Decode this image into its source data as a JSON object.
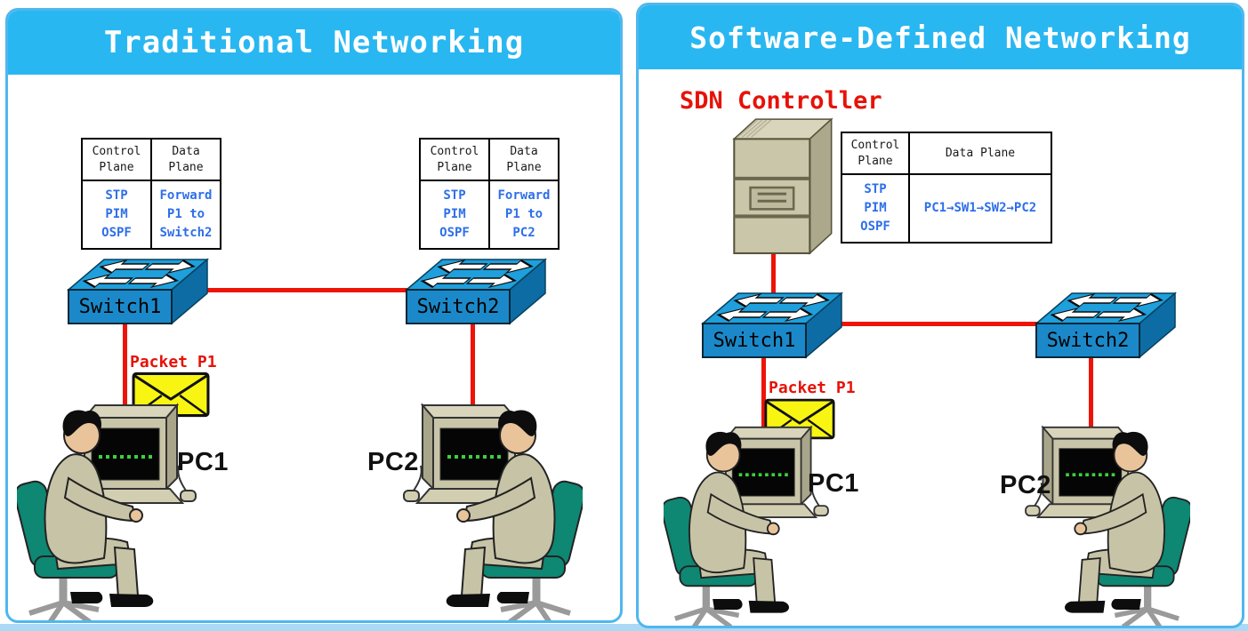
{
  "left_panel": {
    "title": "Traditional Networking",
    "switch1": {
      "label": "Switch1",
      "table": {
        "control_header": "Control\nPlane",
        "data_header": "Data\nPlane",
        "control_body": "STP\nPIM\nOSPF",
        "data_body": "Forward\nP1 to\nSwitch2"
      }
    },
    "switch2": {
      "label": "Switch2",
      "table": {
        "control_header": "Control\nPlane",
        "data_header": "Data\nPlane",
        "control_body": "STP\nPIM\nOSPF",
        "data_body": "Forward\nP1 to\nPC2"
      }
    },
    "packet_label": "Packet P1",
    "pc1_label": "PC1",
    "pc2_label": "PC2"
  },
  "right_panel": {
    "title": "Software-Defined Networking",
    "controller": {
      "label": "SDN Controller",
      "table": {
        "control_header": "Control\nPlane",
        "data_header": "Data Plane",
        "control_body": "STP\nPIM\nOSPF",
        "data_body": "PC1→SW1→SW2→PC2"
      }
    },
    "switch1_label": "Switch1",
    "switch2_label": "Switch2",
    "packet_label": "Packet P1",
    "pc1_label": "PC1",
    "pc2_label": "PC2"
  },
  "colors": {
    "header_blue": "#29B7F1",
    "panel_border_blue": "#4FB7EE",
    "line_red": "#ED1407",
    "label_red": "#E61208",
    "table_text_blue": "#2E6FE8",
    "switch_top_blue": "#1F9FDB",
    "switch_front_blue": "#1B89C9",
    "switch_side_blue": "#0E6CA4",
    "envelope_yellow": "#F8F513",
    "chair_teal": "#0E8773",
    "server_tan": "#C9C6A9"
  }
}
